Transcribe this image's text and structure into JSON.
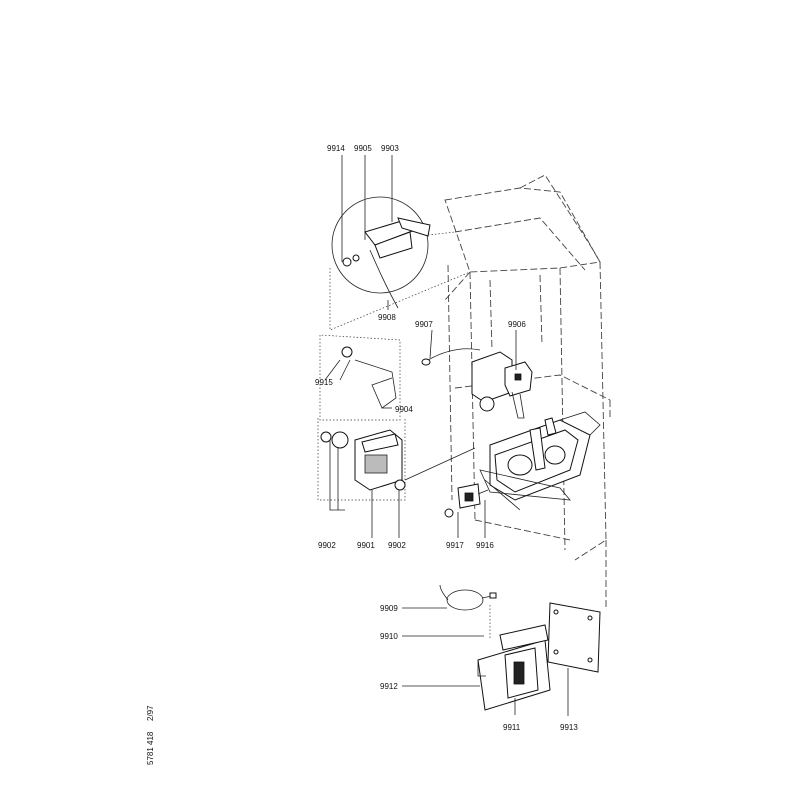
{
  "callouts": {
    "c9914": "9914",
    "c9905": "9905",
    "c9903": "9903",
    "c9908": "9908",
    "c9907": "9907",
    "c9906": "9906",
    "c9915": "9915",
    "c9904": "9904",
    "c9902a": "9902",
    "c9901": "9901",
    "c9902b": "9902",
    "c9917": "9917",
    "c9916": "9916",
    "c9909": "9909",
    "c9910": "9910",
    "c9912": "9912",
    "c9911": "9911",
    "c9913": "9913"
  },
  "document_ref": {
    "number": "5781 418",
    "date": "2/97"
  }
}
